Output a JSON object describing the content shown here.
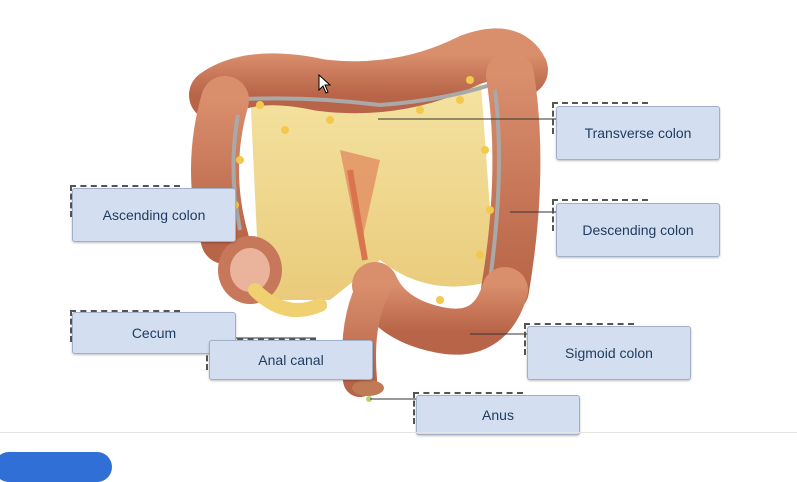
{
  "labels": {
    "transverse": "Transverse colon",
    "ascending": "Ascending colon",
    "descending": "Descending colon",
    "cecum": "Cecum",
    "anal_canal": "Anal canal",
    "sigmoid": "Sigmoid colon",
    "anus": "Anus"
  },
  "colors": {
    "label_bg": "#d3dff0",
    "label_text": "#1f3a5f",
    "colon": "#c8785a",
    "fat": "#ecd37a",
    "button": "#2f6fd6"
  },
  "icons": [
    "mouse-cursor-icon"
  ]
}
